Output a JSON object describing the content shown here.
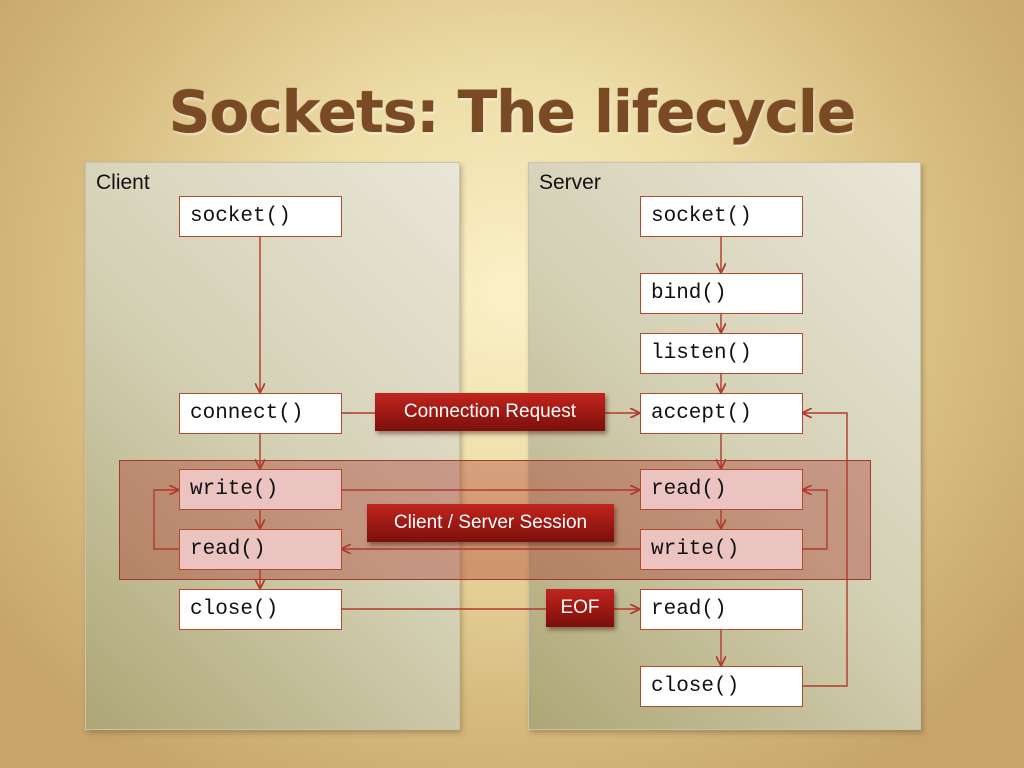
{
  "title": "Sockets: The lifecycle",
  "panels": {
    "client_label": "Client",
    "server_label": "Server"
  },
  "client": {
    "socket": "socket()",
    "connect": "connect()",
    "write": "write()",
    "read": "read()",
    "close": "close()"
  },
  "server": {
    "socket": "socket()",
    "bind": "bind()",
    "listen": "listen()",
    "accept": "accept()",
    "read": "read()",
    "write": "write()",
    "read_eof": "read()",
    "close": "close()"
  },
  "tags": {
    "connection_request": "Connection Request",
    "session": "Client / Server Session",
    "eof": "EOF"
  },
  "colors": {
    "title": "#7a4a24",
    "arrow": "#b03a2e",
    "tag": "#9b1812",
    "session_band": "#a8342a",
    "pink_box": "#ebc3c1"
  }
}
